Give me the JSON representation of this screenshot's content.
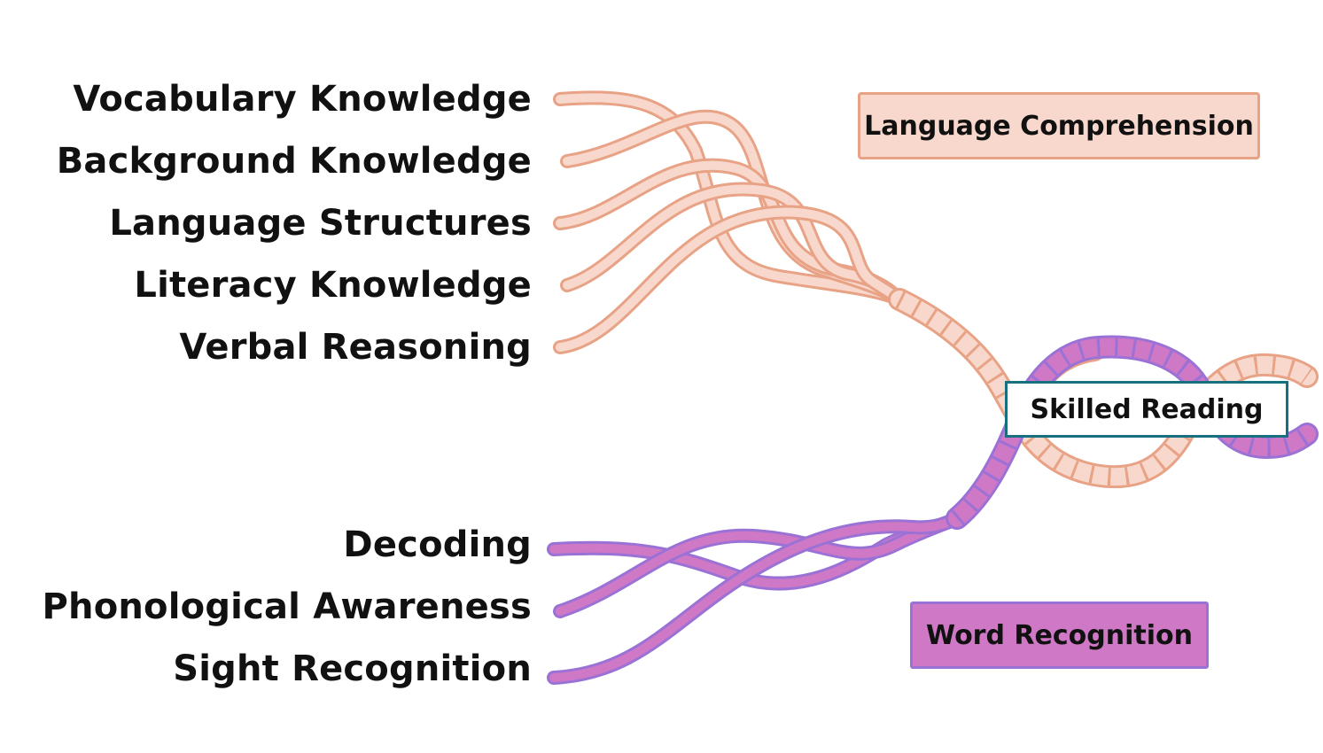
{
  "diagram": {
    "language_strands": [
      "Vocabulary Knowledge",
      "Background Knowledge",
      "Language Structures",
      "Literacy Knowledge",
      "Verbal Reasoning"
    ],
    "word_strands": [
      "Decoding",
      "Phonological Awareness",
      "Sight Recognition"
    ],
    "language_box": "Language Comprehension",
    "word_box": "Word Recognition",
    "result_box": "Skilled Reading"
  },
  "colors": {
    "language_fill": "#f8d8cc",
    "language_stroke": "#e8a285",
    "word_fill": "#cf78c6",
    "word_stroke": "#9a72d6",
    "result_border": "#17707f"
  }
}
